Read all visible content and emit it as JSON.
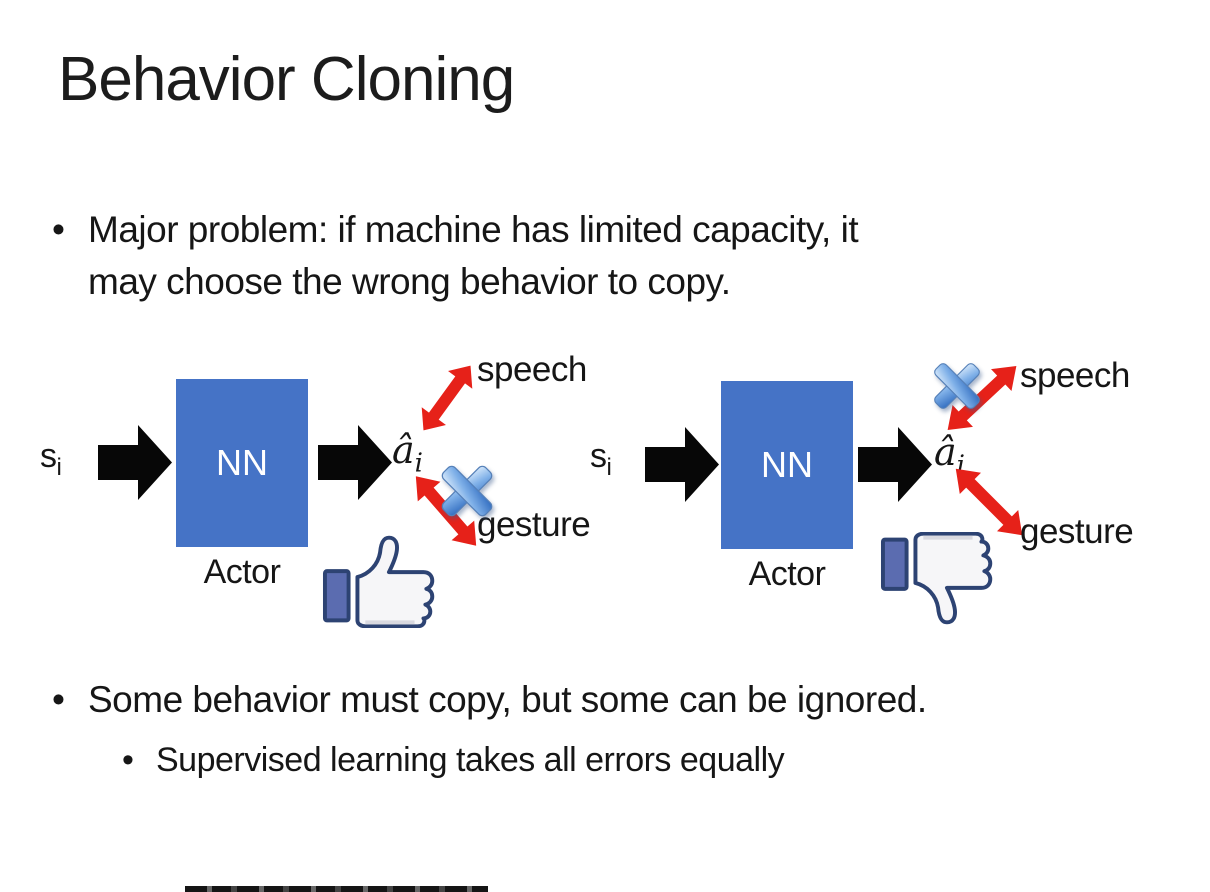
{
  "slide": {
    "title": "Behavior Cloning",
    "bullet_glyph": "•",
    "bullet1_line1": "Major problem: if machine has limited capacity, it",
    "bullet1_line2": "may choose the wrong behavior to copy.",
    "bullet2": "Some behavior must copy, but some can be ignored.",
    "sub_bullet": "Supervised learning takes all errors equally"
  },
  "diagrams": {
    "left": {
      "input": "s",
      "input_sub": "i",
      "box_label": "NN",
      "box_caption": "Actor",
      "output": "â",
      "output_sub": "i",
      "branch_top": "speech",
      "branch_bottom": "gesture",
      "crossed_out_branch": "gesture",
      "feedback_icon": "thumbs-up-icon"
    },
    "right": {
      "input": "s",
      "input_sub": "i",
      "box_label": "NN",
      "box_caption": "Actor",
      "output": "â",
      "output_sub": "i",
      "branch_top": "speech",
      "branch_bottom": "gesture",
      "crossed_out_branch": "speech",
      "feedback_icon": "thumbs-down-icon"
    }
  },
  "colors": {
    "background": "#FFFFFF",
    "text": "#161616",
    "nn_box": "#4573C6",
    "nn_text": "#FFFFFF",
    "flow_arrow": "#070707",
    "branch_arrow": "#E62119",
    "cross_blue_light": "#D9EAFB",
    "cross_blue_mid": "#7FB0E8",
    "cross_blue_dark": "#2F6BBF",
    "cross_border": "#5580B8",
    "thumb_outline": "#2D4373",
    "thumb_cuff": "#5B6CB0",
    "thumb_hand": "#F6F6F8"
  }
}
